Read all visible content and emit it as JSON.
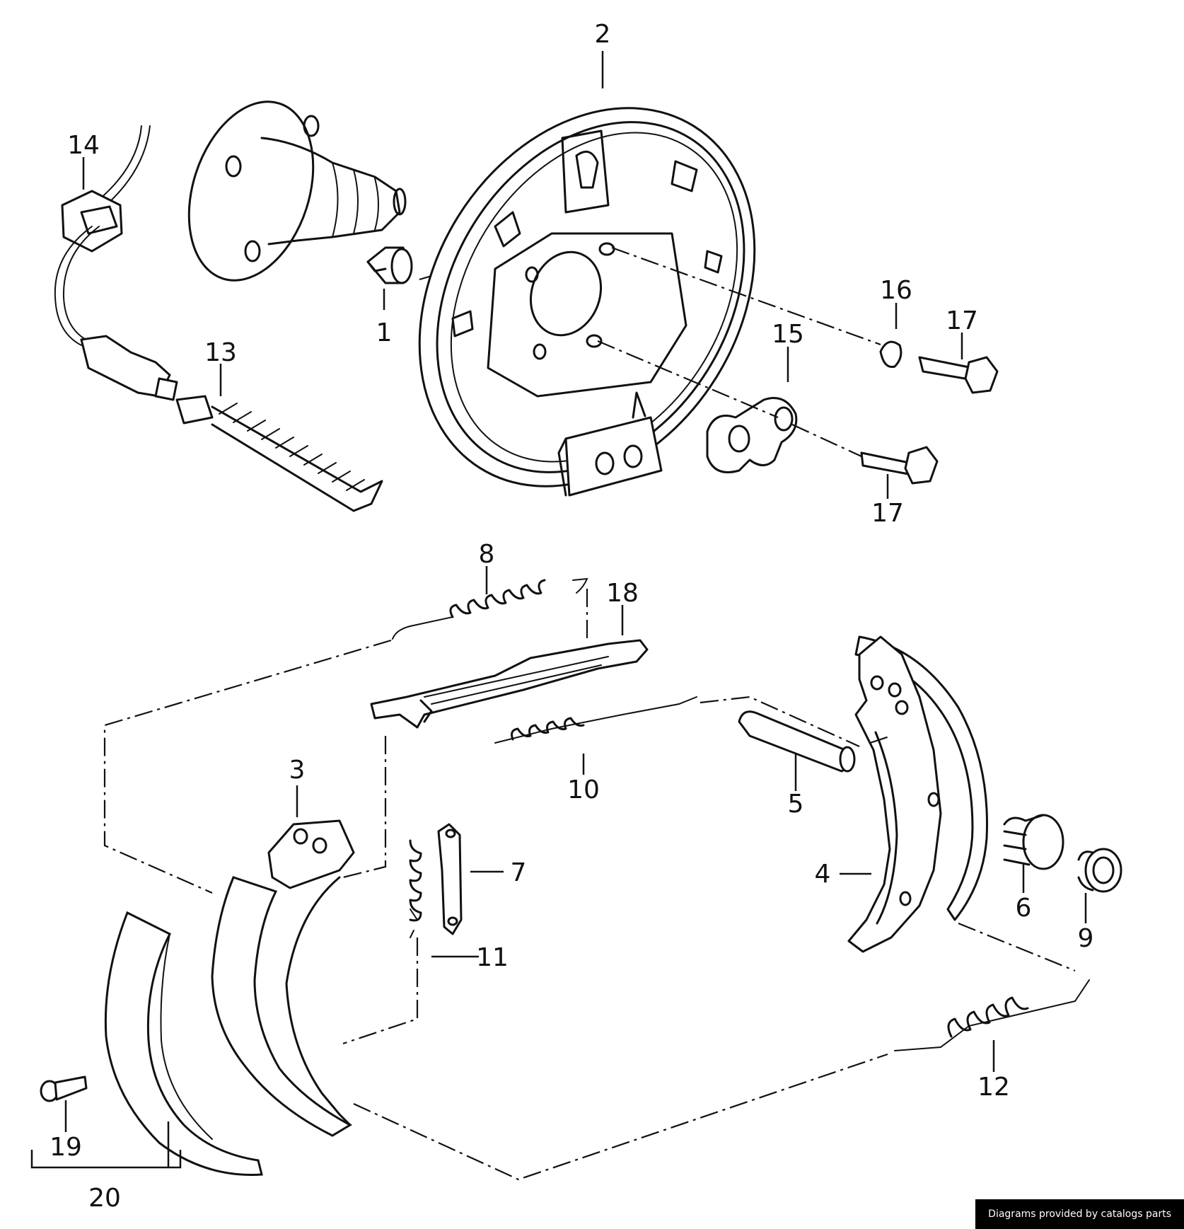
{
  "labels": [
    "1",
    "2",
    "3",
    "4",
    "5",
    "6",
    "7",
    "8",
    "9",
    "10",
    "11",
    "12",
    "13",
    "14",
    "15",
    "16",
    "17",
    "17",
    "18",
    "19",
    "20"
  ],
  "credit": "Diagrams provided by catalogs parts"
}
